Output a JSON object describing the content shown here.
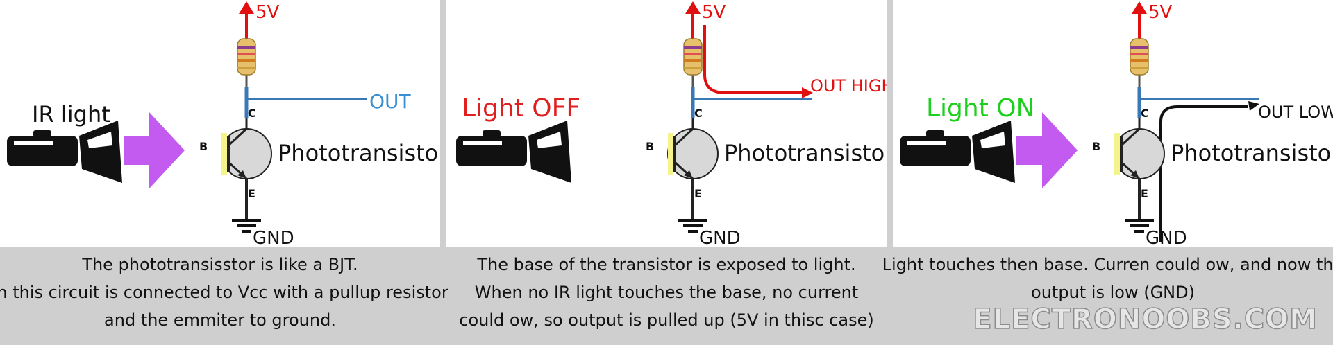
{
  "colors": {
    "ir_arrow": "#c35bf0",
    "supply_red": "#e01010",
    "out_blue": "#3c8fd0",
    "wire_blue": "#3a78b5",
    "light_off": "#e02020",
    "light_on": "#1fcf1f",
    "flashlight": "#111111",
    "transistor_fill": "#d8d8d8",
    "base_glow": "#f4f48a"
  },
  "panels": [
    {
      "supply": "5V",
      "out_label": "OUT",
      "collector": "C",
      "base": "B",
      "emitter": "E",
      "ground": "GND",
      "device": "Phototransistor",
      "source_label": "IR light",
      "caption": [
        "The phototransisstor is like a BJT.",
        "In this circuit is connected to Vcc with a pullup resistor",
        "and the emmiter to ground."
      ]
    },
    {
      "supply": "5V",
      "out_label": "OUT HIGH",
      "collector": "C",
      "base": "B",
      "emitter": "E",
      "ground": "GND",
      "device": "Phototransistor",
      "source_label": "Light OFF",
      "caption": [
        "The base of the transistor is exposed to light.",
        "When no IR light touches the base, no current",
        "could   ow, so output is pulled up (5V in thisc case)"
      ]
    },
    {
      "supply": "5V",
      "out_label": "OUT LOW",
      "collector": "C",
      "base": "B",
      "emitter": "E",
      "ground": "GND",
      "device": "Phototransistor",
      "source_label": "Light ON",
      "caption": [
        "Light touches then base. Curren could   ow, and now the",
        "output is low (GND)"
      ]
    }
  ],
  "watermark": "ELECTRONOOBS.COM"
}
